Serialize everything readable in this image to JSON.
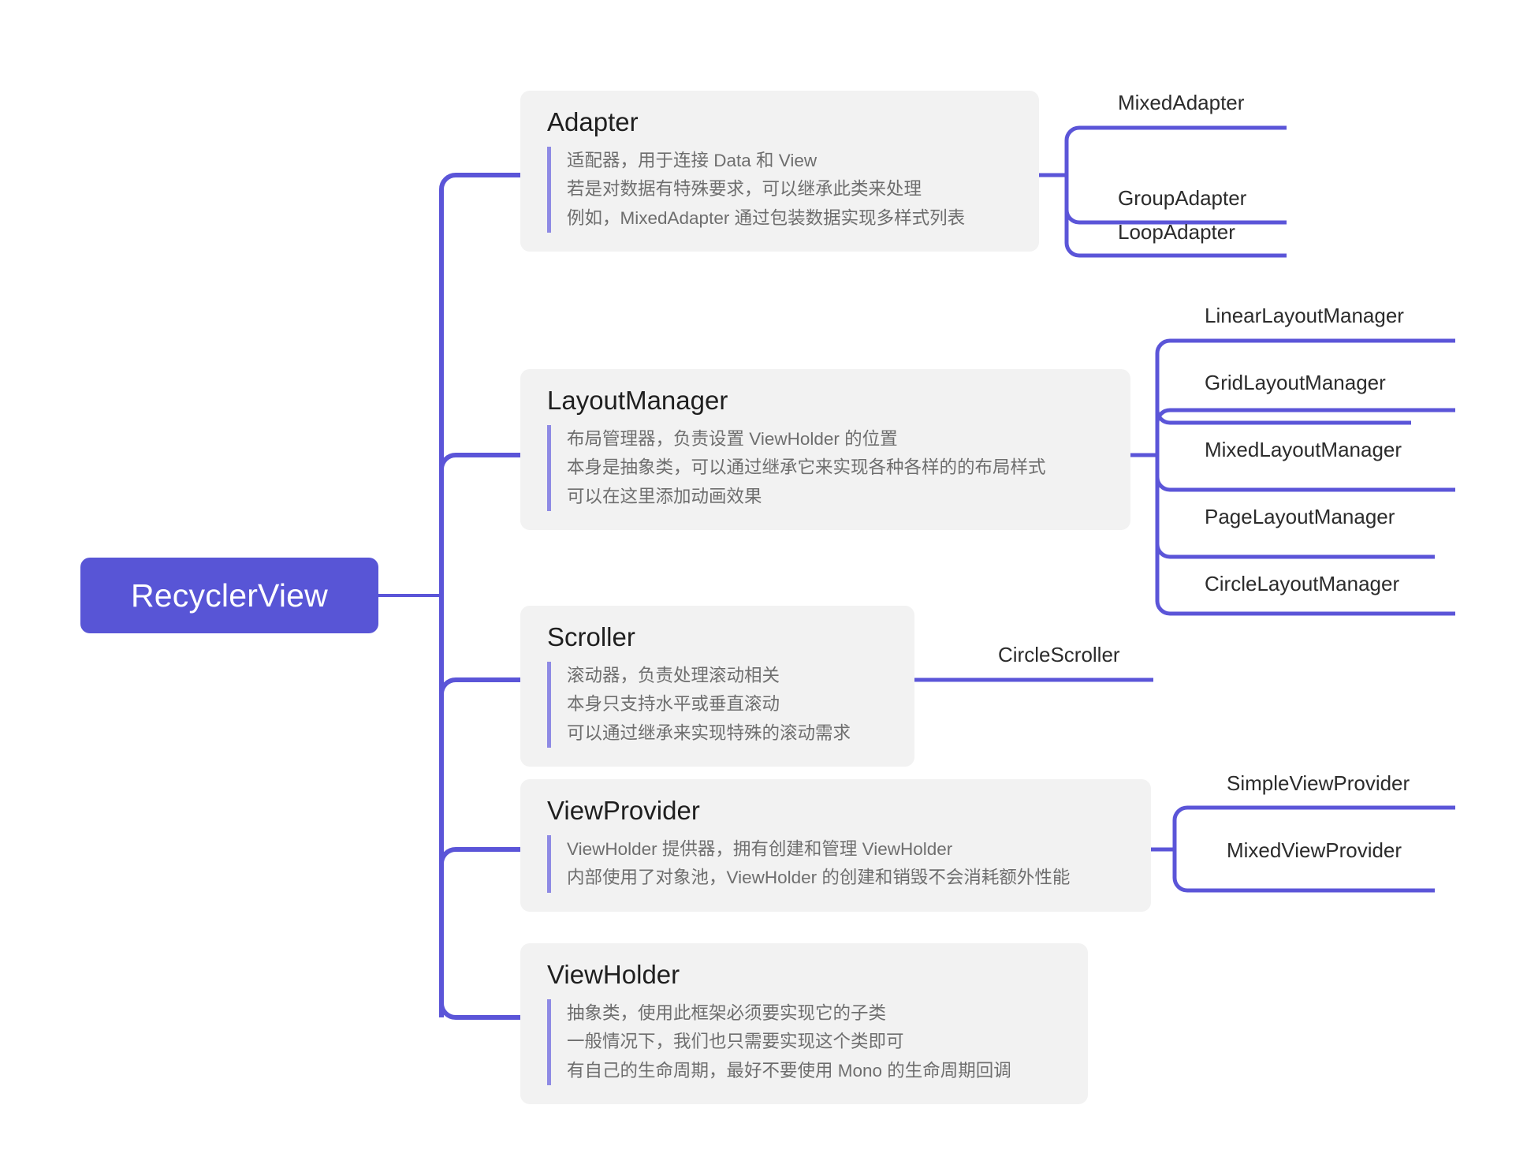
{
  "diagram": {
    "type": "mind-map",
    "title": "RecyclerView",
    "accent_color": "#5855d6",
    "line_color": "#5b55d8",
    "card_background": "#f2f2f2",
    "desc_accent_color": "#8e8ae4",
    "canvas_background": "#ffffff"
  },
  "root": {
    "label": "RecyclerView"
  },
  "branches": [
    {
      "id": "adapter",
      "title": "Adapter",
      "desc": [
        "适配器，用于连接 Data 和 View",
        "若是对数据有特殊要求，可以继承此类来处理",
        "例如，MixedAdapter 通过包装数据实现多样式列表"
      ],
      "children": [
        {
          "label": "MixedAdapter"
        },
        {
          "label": "GroupAdapter"
        },
        {
          "label": "LoopAdapter"
        }
      ]
    },
    {
      "id": "layoutmanager",
      "title": "LayoutManager",
      "desc": [
        "布局管理器，负责设置 ViewHolder 的位置",
        "本身是抽象类，可以通过继承它来实现各种各样的的布局样式",
        "可以在这里添加动画效果"
      ],
      "children": [
        {
          "label": "LinearLayoutManager"
        },
        {
          "label": "GridLayoutManager"
        },
        {
          "label": "MixedLayoutManager"
        },
        {
          "label": "PageLayoutManager"
        },
        {
          "label": "CircleLayoutManager"
        }
      ]
    },
    {
      "id": "scroller",
      "title": "Scroller",
      "desc": [
        "滚动器，负责处理滚动相关",
        "本身只支持水平或垂直滚动",
        "可以通过继承来实现特殊的滚动需求"
      ],
      "children": [
        {
          "label": "CircleScroller"
        }
      ]
    },
    {
      "id": "viewprovider",
      "title": "ViewProvider",
      "desc": [
        "ViewHolder 提供器，拥有创建和管理 ViewHolder",
        "内部使用了对象池，ViewHolder 的创建和销毁不会消耗额外性能"
      ],
      "children": [
        {
          "label": "SimpleViewProvider"
        },
        {
          "label": "MixedViewProvider"
        }
      ]
    },
    {
      "id": "viewholder",
      "title": "ViewHolder",
      "desc": [
        "抽象类，使用此框架必须要实现它的子类",
        "一般情况下，我们也只需要实现这个类即可",
        "有自己的生命周期，最好不要使用 Mono 的生命周期回调"
      ],
      "children": []
    }
  ]
}
